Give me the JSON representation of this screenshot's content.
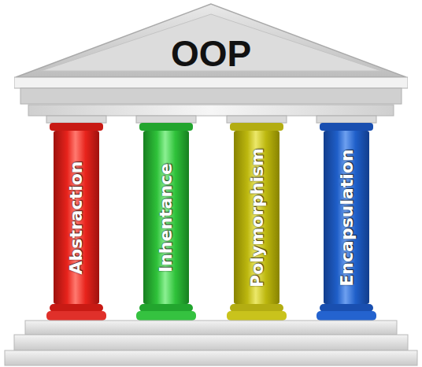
{
  "diagram": {
    "nodes": [
      {
        "text": [
          "OOP"
        ]
      },
      {
        "text": [
          "Abstraction"
        ]
      },
      {
        "text": [
          "Inhentance"
        ]
      },
      {
        "text": [
          "Polymorphism"
        ]
      },
      {
        "text": [
          "Encapsulation"
        ]
      }
    ]
  }
}
